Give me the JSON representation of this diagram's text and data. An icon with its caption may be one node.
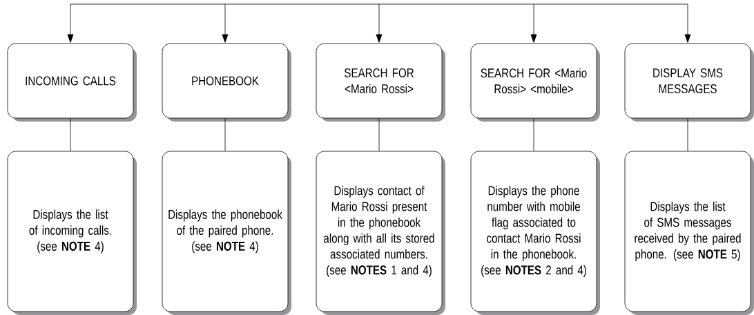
{
  "diagram": {
    "nodes": [
      {
        "text": [
          "INCOMING CALLS"
        ]
      },
      {
        "text": [
          "PHONEBOOK"
        ]
      },
      {
        "text": [
          "SEARCH FOR <Mario Rossi>"
        ]
      },
      {
        "text": [
          "SEARCH FOR <Mario Rossi> <mobile>"
        ]
      },
      {
        "text": [
          "DISPLAY SMS MESSAGES"
        ]
      },
      {
        "text": [
          "Displays the list of incoming calls. (see **NOTE** 4)"
        ]
      },
      {
        "text": [
          "Displays the phonebook of the paired phone. (see **NOTE** 4)"
        ]
      },
      {
        "text": [
          "Displays contact of Mario Rossi present in the phonebook along with all its stored associated numbers. (see **NOTES** 1 and 4)"
        ]
      },
      {
        "text": [
          "Displays the phone number with mobile flag associated to contact Mario Rossi in the phonebook. (see **NOTES** 2 and 4)"
        ]
      },
      {
        "text": [
          "Displays the list of SMS messages received by the paired phone. (see **NOTE** 5)"
        ]
      }
    ],
    "edges": [
      {
        "from": null,
        "to": 0,
        "arrow": "to"
      },
      {
        "from": null,
        "to": 1,
        "arrow": "to"
      },
      {
        "from": null,
        "to": 2,
        "arrow": "to"
      },
      {
        "from": null,
        "to": 3,
        "arrow": "to"
      },
      {
        "from": null,
        "to": 4,
        "arrow": "to"
      },
      {
        "from": 0,
        "to": 5,
        "arrow": "none"
      },
      {
        "from": 1,
        "to": 6,
        "arrow": "none"
      },
      {
        "from": 2,
        "to": 7,
        "arrow": "none"
      },
      {
        "from": 3,
        "to": 8,
        "arrow": "none"
      },
      {
        "from": 4,
        "to": 9,
        "arrow": "none"
      }
    ]
  }
}
